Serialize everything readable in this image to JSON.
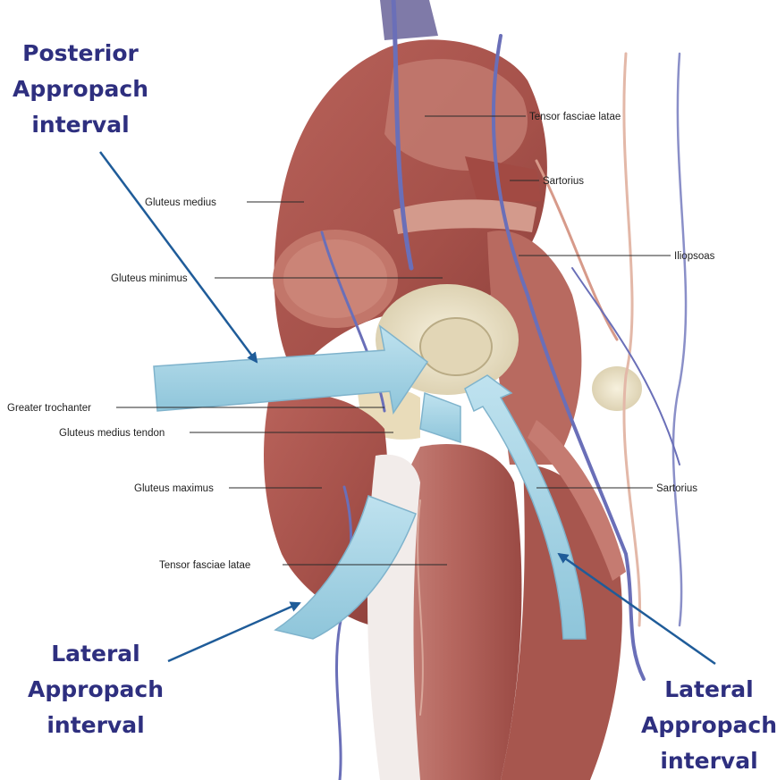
{
  "colors": {
    "callout_text": "#2e2f7f",
    "arrow_line": "#1f5c99",
    "approach_arrow_fill": "#a6d4e6",
    "approach_arrow_stroke": "#7fb3cc",
    "label_text": "#1e1e1e",
    "leader_line": "#2a2a2a",
    "muscle_dark": "#9a4a44",
    "muscle_mid": "#b8625a",
    "muscle_light": "#c98a82",
    "bone": "#efe6cc",
    "vessel_blue": "#6a6fb8",
    "background": "#ffffff"
  },
  "callouts": {
    "posterior": [
      "Posterior",
      "Appropach",
      "interval"
    ],
    "lateral_left": [
      "Lateral",
      "Appropach",
      "interval"
    ],
    "lateral_right": [
      "Lateral",
      "Appropach",
      "interval"
    ]
  },
  "labels": {
    "tensor_top": "Tensor fasciae latae",
    "sartorius_top": "Sartorius",
    "gluteus_medius": "Gluteus medius",
    "iliopsoas": "Iliopsoas",
    "gluteus_minimus": "Gluteus minimus",
    "greater_trochanter": "Greater trochanter",
    "gluteus_medius_tendon": "Gluteus medius tendon",
    "gluteus_maximus": "Gluteus maximus",
    "sartorius_bottom": "Sartorius",
    "tensor_bottom": "Tensor fasciae latae"
  }
}
